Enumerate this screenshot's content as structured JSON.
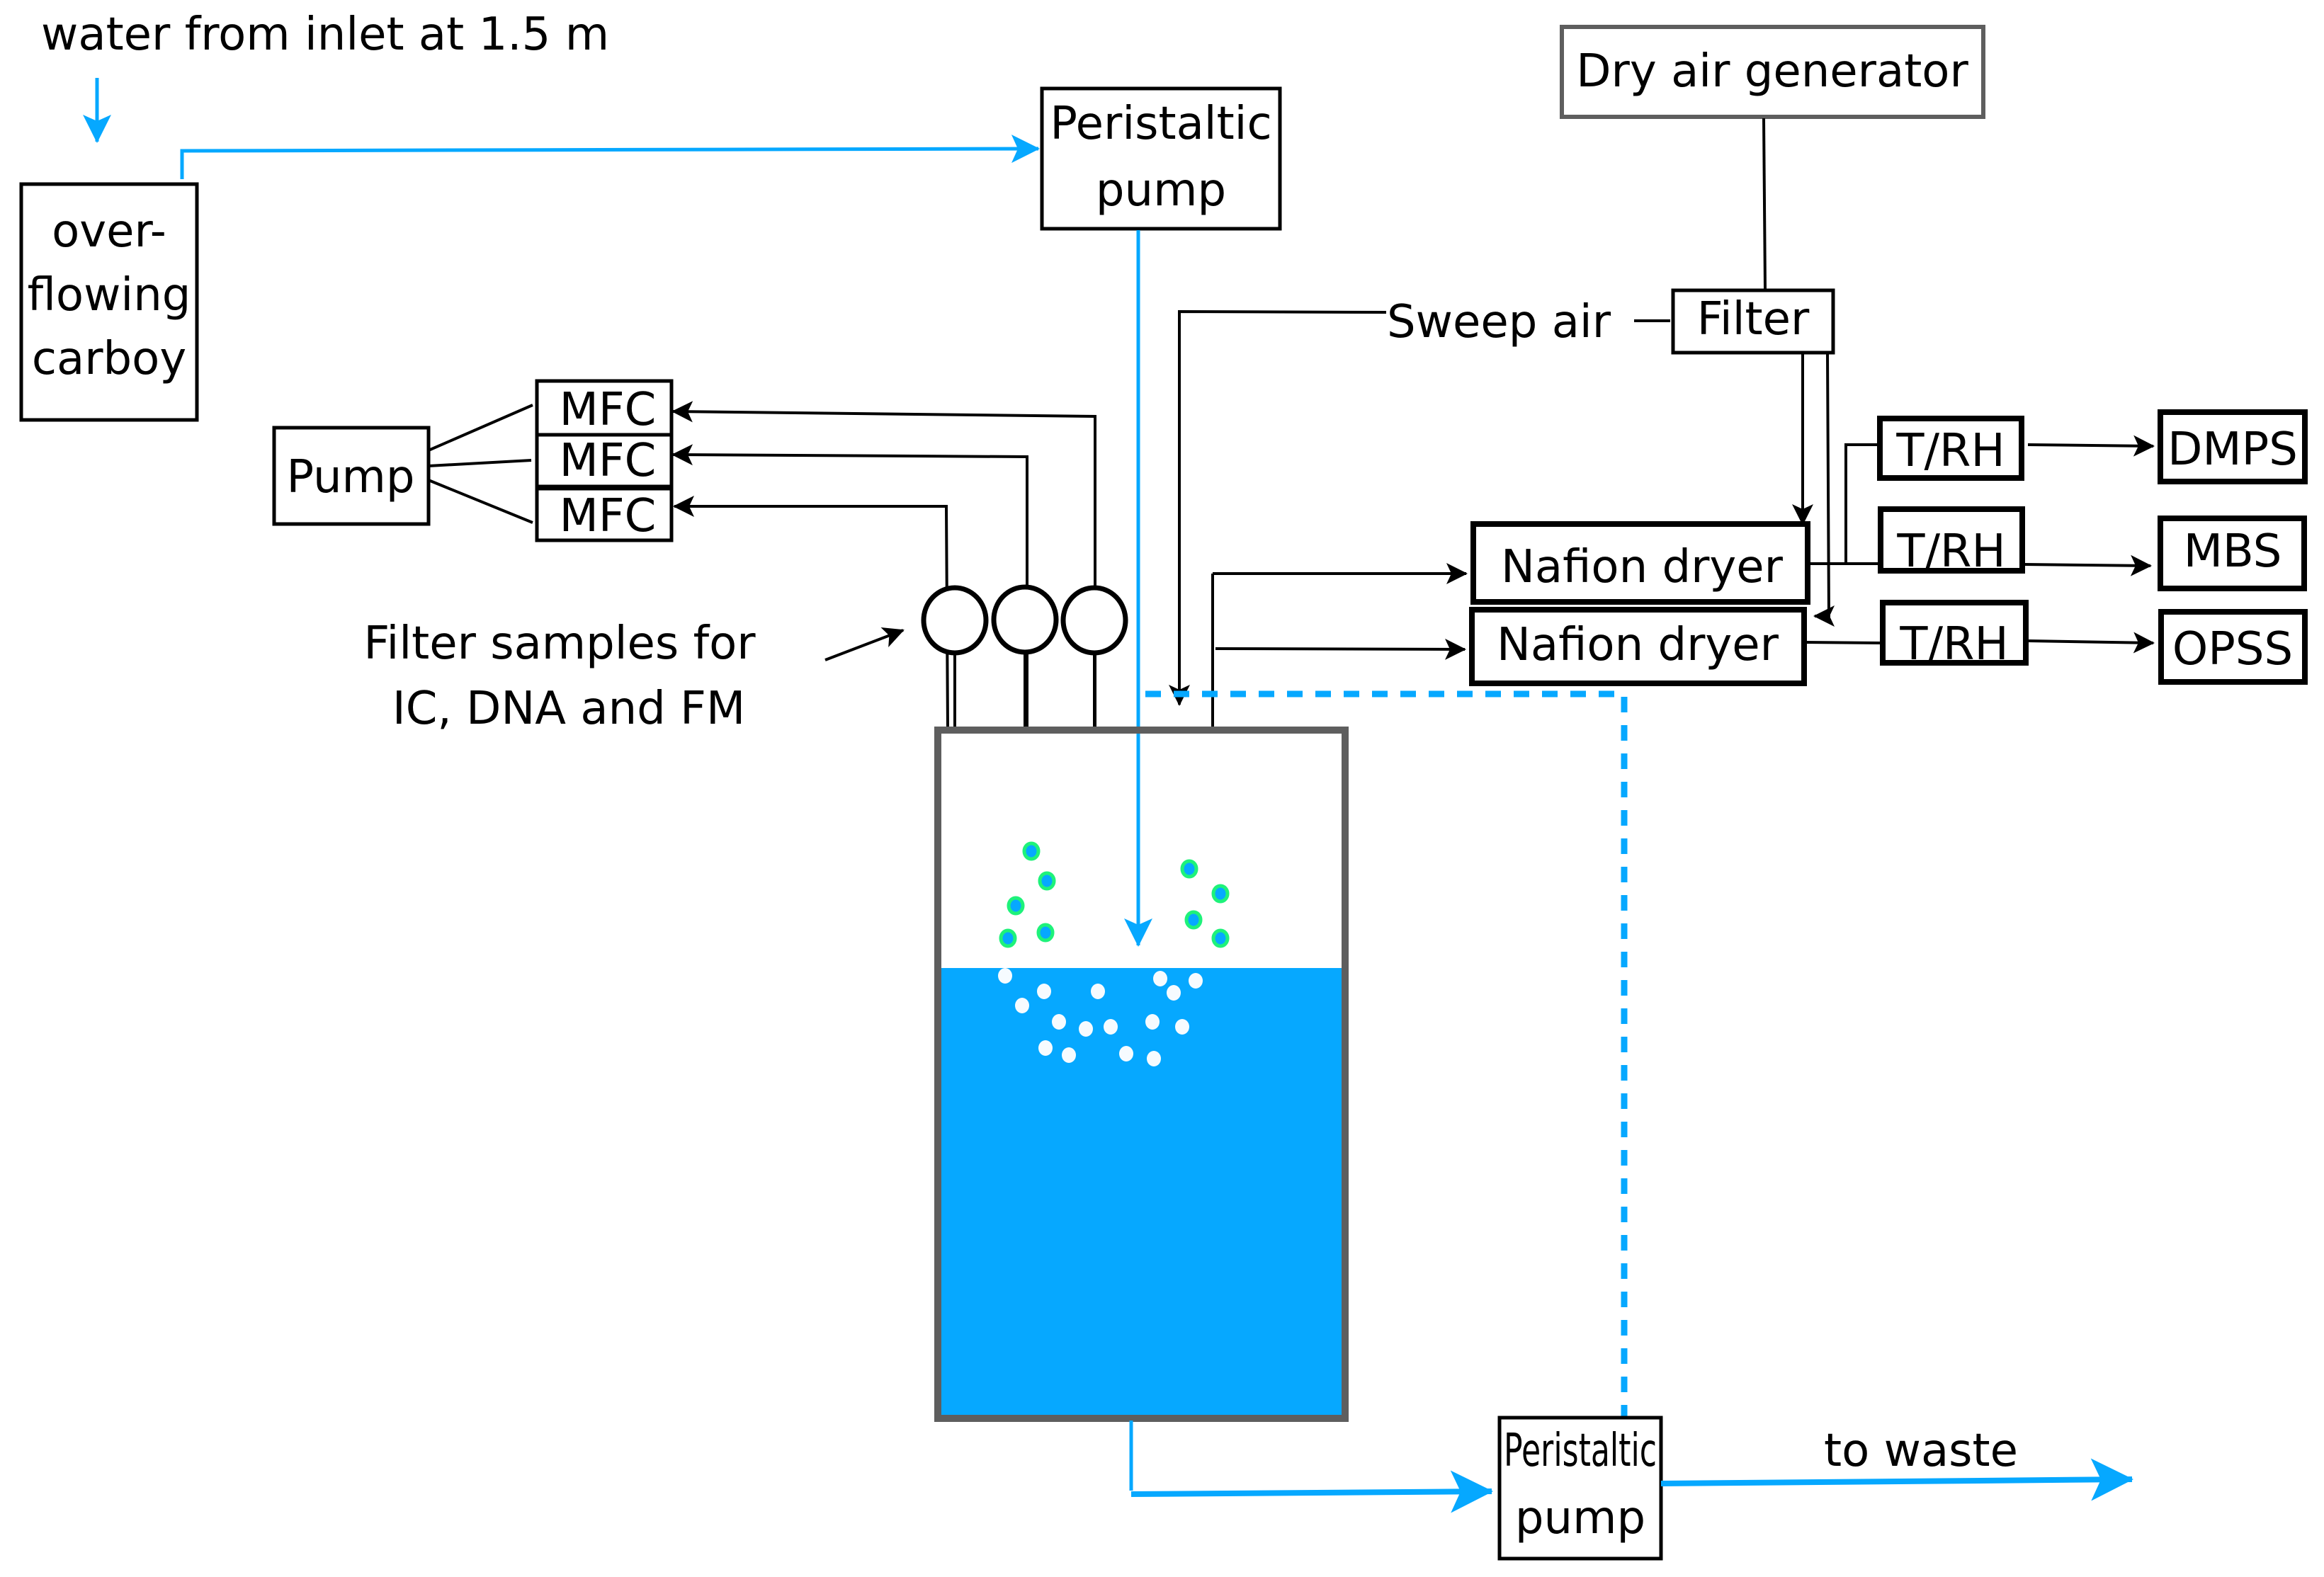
{
  "diagram": {
    "colors": {
      "water": "#06a8ff",
      "particle_ring": "#1ef27a",
      "bubble": "#f6fbff",
      "tank_wall": "#5e5e5e",
      "line": "#000000"
    },
    "labels": {
      "water_source": "water from inlet at 1.5 m",
      "carboy": [
        "over-",
        "flowing",
        "carboy"
      ],
      "peristaltic_pump_top": [
        "Peristaltic",
        "pump"
      ],
      "peristaltic_pump_bottom": [
        "Peristaltic",
        "pump"
      ],
      "dry_air_generator": "Dry air generator",
      "filter": "Filter",
      "sweep_air": "Sweep air",
      "pump": "Pump",
      "mfc": [
        "MFC",
        "MFC",
        "MFC"
      ],
      "filter_samples": [
        "Filter samples for",
        "IC, DNA and FM"
      ],
      "nafion_dryer": [
        "Nafion dryer",
        "Nafion dryer"
      ],
      "trh": [
        "T/RH",
        "T/RH",
        "T/RH"
      ],
      "instruments": [
        "DMPS",
        "MBS",
        "OPSS"
      ],
      "to_waste": "to waste"
    }
  }
}
